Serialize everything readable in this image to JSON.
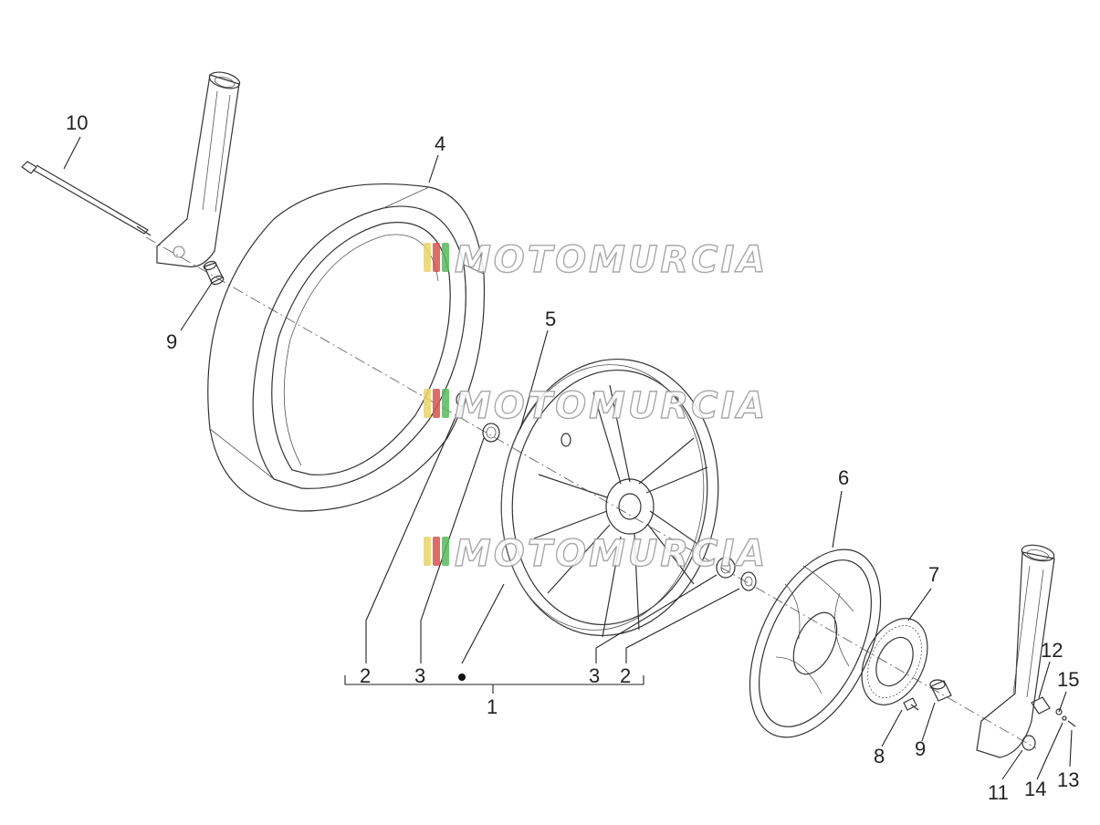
{
  "callouts": {
    "c10": "10",
    "c4": "4",
    "c9a": "9",
    "c5": "5",
    "c6": "6",
    "c7": "7",
    "c12": "12",
    "c15": "15",
    "c2a": "2",
    "c3a": "3",
    "c3b": "3",
    "c2b": "2",
    "c1": "1",
    "c8": "8",
    "c9b": "9",
    "c11": "11",
    "c14": "14",
    "c13": "13"
  },
  "watermark": {
    "text": "MOTOMURCIA",
    "stripe_colors": [
      "#e9d46a",
      "#d9534f",
      "#5cb85c"
    ]
  }
}
